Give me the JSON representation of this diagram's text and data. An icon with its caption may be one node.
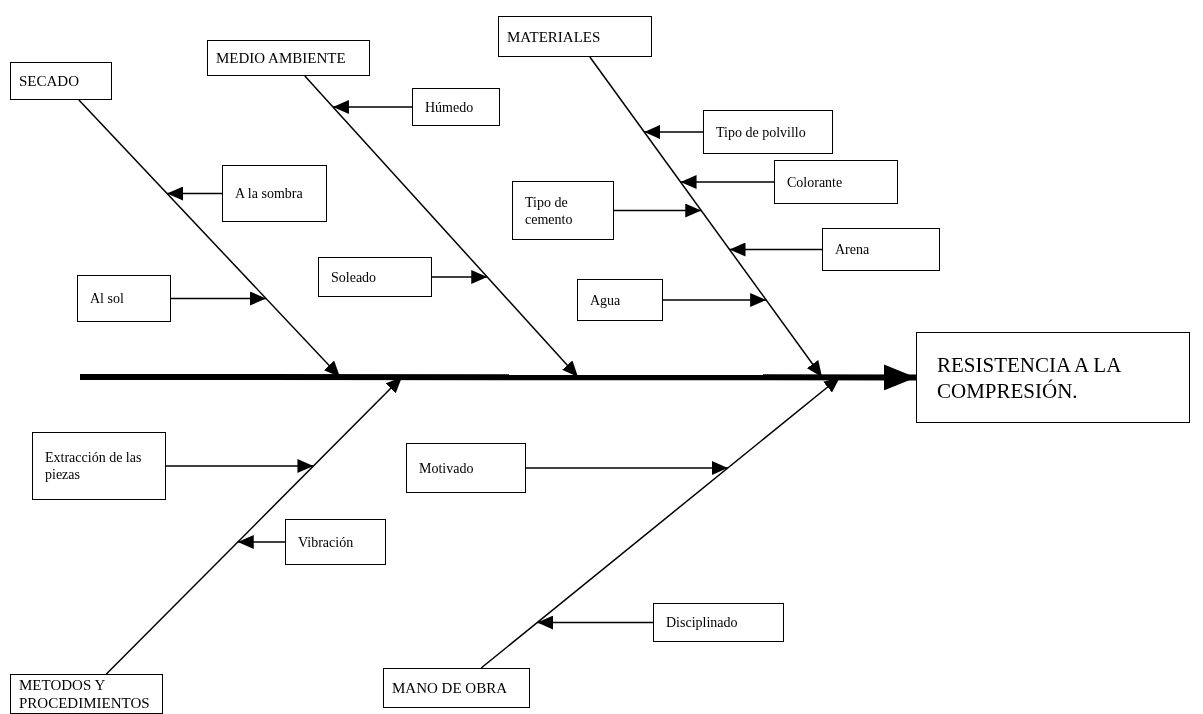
{
  "diagram": {
    "nodes": [
      {
        "text": [
          "SECADO"
        ]
      },
      {
        "text": [
          "MEDIO AMBIENTE"
        ]
      },
      {
        "text": [
          "MATERIALES"
        ]
      },
      {
        "text": [
          "Tipo de polvillo"
        ]
      },
      {
        "text": [
          "Húmedo"
        ]
      },
      {
        "text": [
          "Colorante"
        ]
      },
      {
        "text": [
          "A la sombra"
        ]
      },
      {
        "text": [
          "Tipo de cemento"
        ]
      },
      {
        "text": [
          "Arena"
        ]
      },
      {
        "text": [
          "Soleado"
        ]
      },
      {
        "text": [
          "Agua"
        ]
      },
      {
        "text": [
          "Al sol"
        ]
      },
      {
        "text": [
          "RESISTENCIA A LA COMPRESIÓN."
        ]
      },
      {
        "text": [
          "Extracción de las piezas"
        ]
      },
      {
        "text": [
          "Motivado"
        ]
      },
      {
        "text": [
          "Vibración"
        ]
      },
      {
        "text": [
          "Disciplinado"
        ]
      },
      {
        "text": [
          "METODOS Y PROCEDIMIENTOS"
        ]
      },
      {
        "text": [
          "MANO DE OBRA"
        ]
      }
    ],
    "edges": [
      {
        "from": null,
        "to": 12,
        "arrow": "to",
        "style": "thick"
      },
      {
        "from": 0,
        "to": null,
        "arrow": "to"
      },
      {
        "from": 1,
        "to": null,
        "arrow": "to"
      },
      {
        "from": 2,
        "to": null,
        "arrow": "to"
      },
      {
        "from": 17,
        "to": null,
        "arrow": "to"
      },
      {
        "from": 18,
        "to": null,
        "arrow": "to"
      },
      {
        "from": 6,
        "to": null,
        "arrow": "to"
      },
      {
        "from": 11,
        "to": null,
        "arrow": "to"
      },
      {
        "from": 4,
        "to": null,
        "arrow": "to"
      },
      {
        "from": 9,
        "to": null,
        "arrow": "to"
      },
      {
        "from": 3,
        "to": null,
        "arrow": "to"
      },
      {
        "from": 5,
        "to": null,
        "arrow": "to"
      },
      {
        "from": 7,
        "to": null,
        "arrow": "to"
      },
      {
        "from": 8,
        "to": null,
        "arrow": "to"
      },
      {
        "from": 10,
        "to": null,
        "arrow": "to"
      },
      {
        "from": 13,
        "to": null,
        "arrow": "to"
      },
      {
        "from": 15,
        "to": null,
        "arrow": "to"
      },
      {
        "from": 14,
        "to": null,
        "arrow": "to"
      },
      {
        "from": 16,
        "to": null,
        "arrow": "to"
      }
    ]
  }
}
